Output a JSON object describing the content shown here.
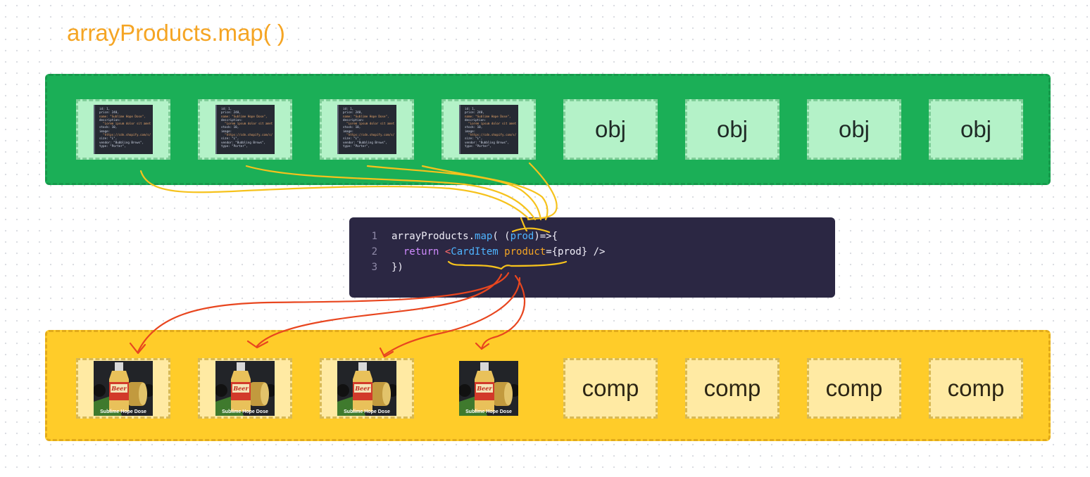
{
  "title": "arrayProducts.map( )",
  "objects": {
    "code_thumb_lines": [
      "id: 1,",
      "price: 240,",
      "name: \"Sublime Hope Dose\",",
      "description:",
      "  \"Lorem ipsum dolor sit amet",
      "stock: 10,",
      "image:",
      "  \"https://cdn.shopify.com/s/",
      "size: \"L\",",
      "vendor: \"Bubbling Brews\",",
      "type: \"Porter\","
    ],
    "labels": [
      "obj",
      "obj",
      "obj",
      "obj"
    ]
  },
  "code": {
    "line_numbers": [
      "1",
      "2",
      "3"
    ],
    "line1": {
      "a": "arrayProducts.",
      "map": "map",
      "b": "( (",
      "prod": "prod",
      "c": ")=>{"
    },
    "line2": {
      "a": "  return ",
      "lt": "<",
      "comp": "CardItem",
      "sp": " ",
      "attr": "product",
      "eq": "=",
      "val": "{prod}",
      "end": " />"
    },
    "line3": "})"
  },
  "components": {
    "caption": "Sublime Hope Dose",
    "beer_label": "Beer",
    "labels": [
      "comp",
      "comp",
      "comp",
      "comp"
    ]
  },
  "colors": {
    "green_band": "#1baf57",
    "yellow_band": "#ffcc29",
    "title": "#f5a524",
    "yellow_arrow": "#f6c21c",
    "red_arrow": "#e8461f"
  }
}
